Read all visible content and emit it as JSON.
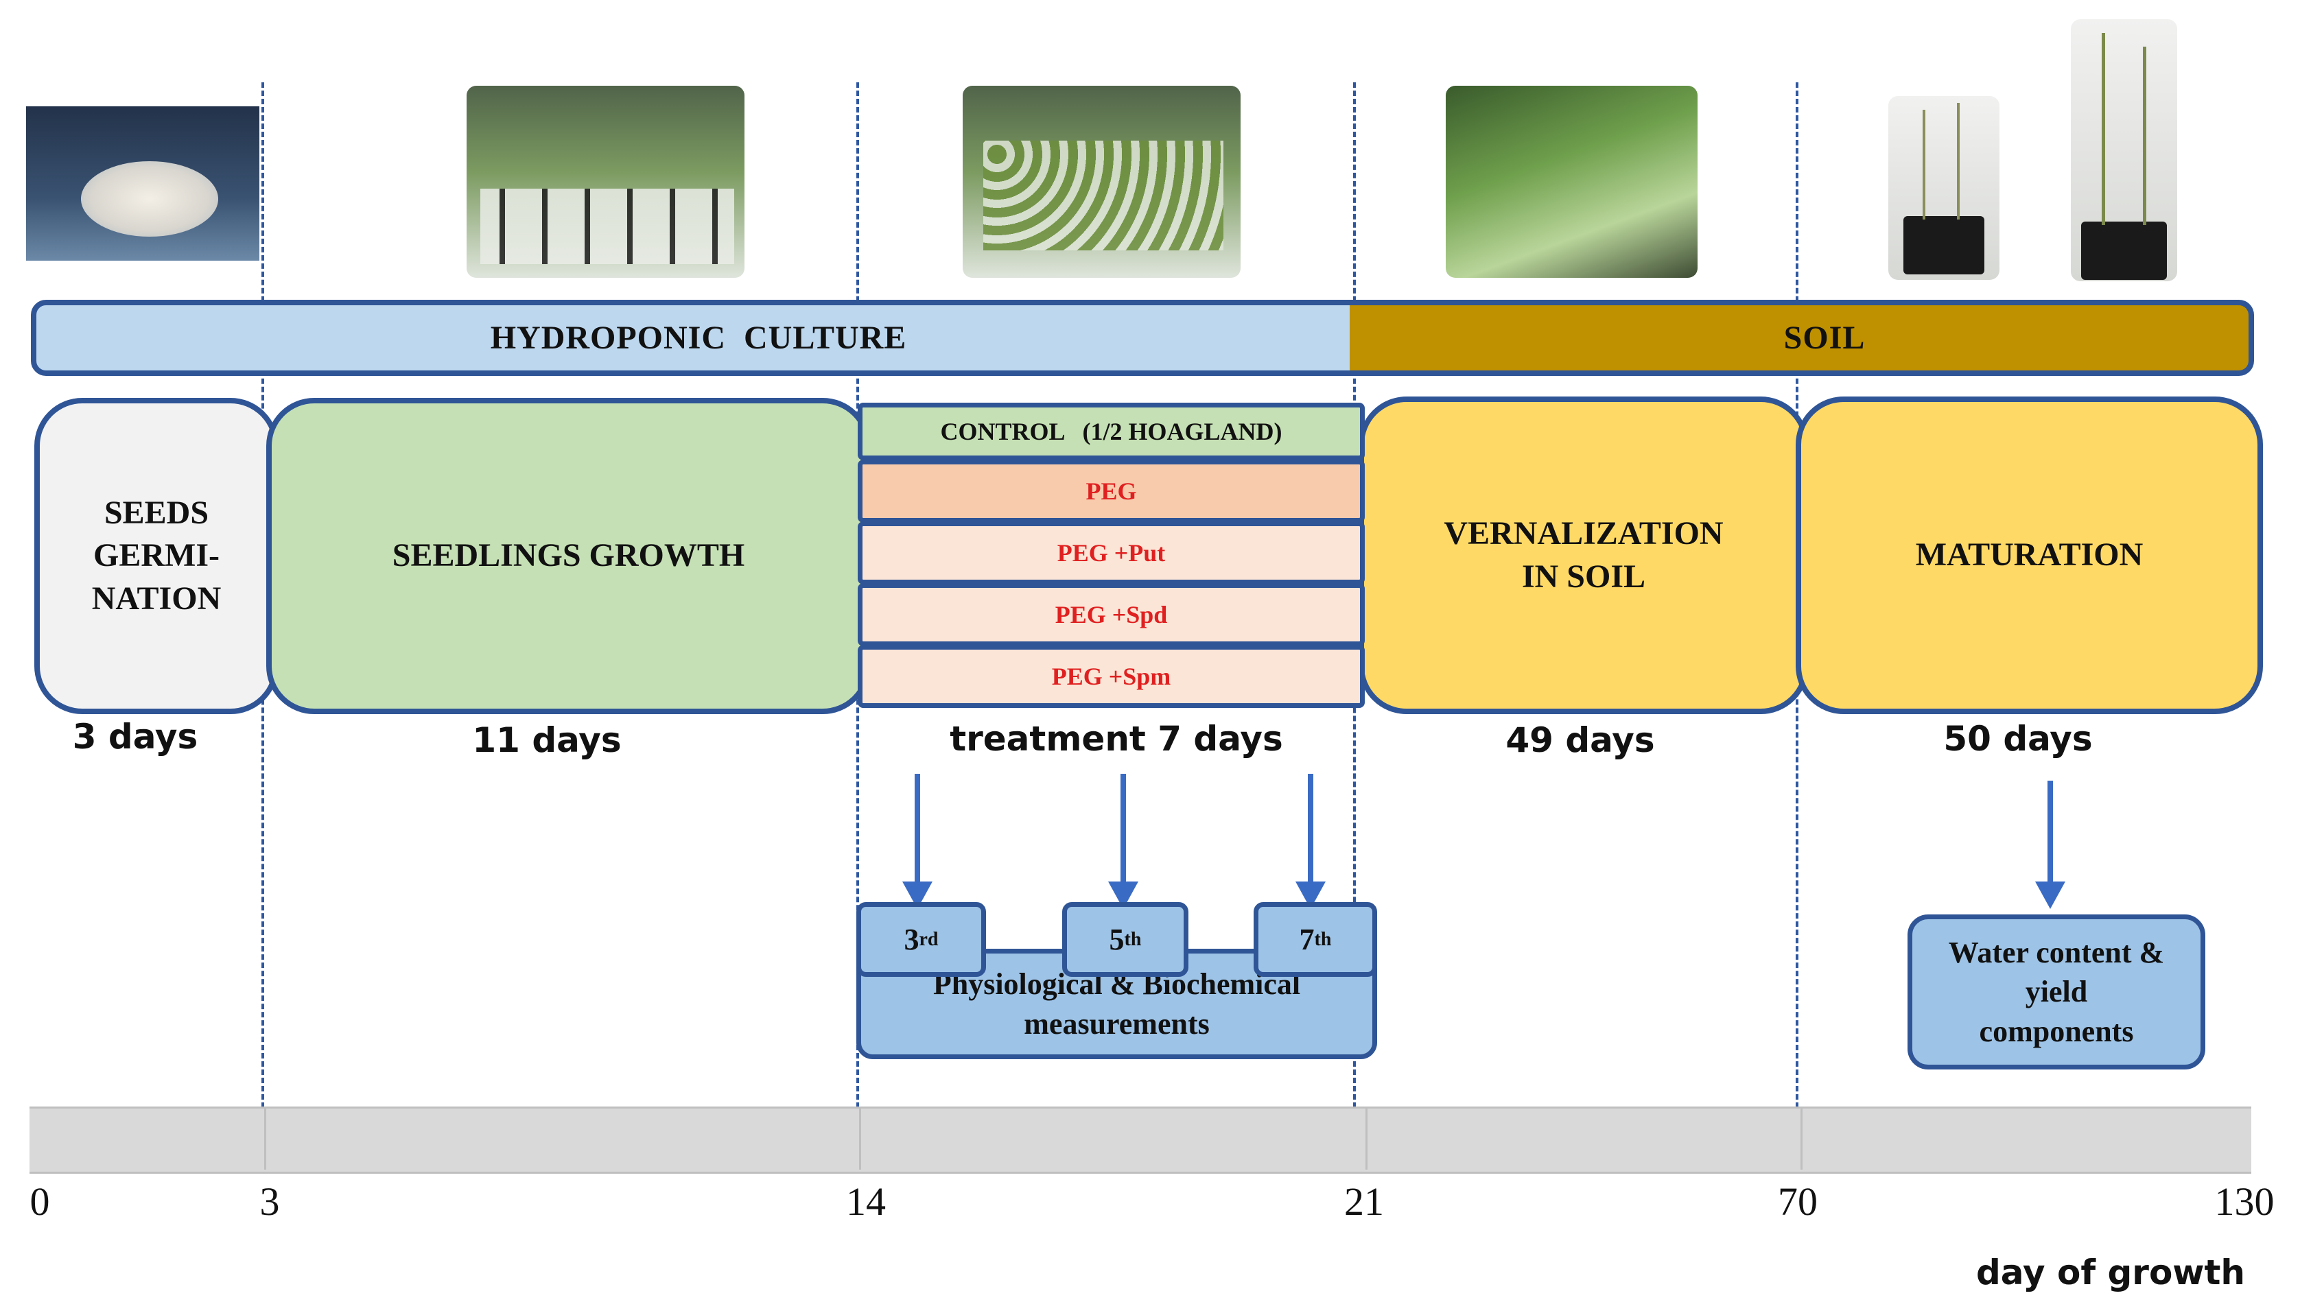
{
  "bars": {
    "hydroponic": "HYDROPONIC  CULTURE",
    "soil": "SOIL"
  },
  "phases": {
    "germination": "SEEDS GERMI- NATION",
    "seedlings": "SEEDLINGS GROWTH",
    "vernalization": "VERNALIZATION IN SOIL",
    "maturation": "MATURATION"
  },
  "treatments": [
    "CONTROL   (1/2 HOAGLAND)",
    "PEG",
    "PEG +Put",
    "PEG +Spd",
    "PEG +Spm"
  ],
  "durations": {
    "germination": "3 days",
    "seedlings": "11 days",
    "treatment": "treatment 7 days",
    "vernalization": "49 days",
    "maturation": "50 days"
  },
  "sampling": {
    "days": [
      {
        "num": "3",
        "sup": "rd"
      },
      {
        "num": "5",
        "sup": "th"
      },
      {
        "num": "7",
        "sup": "th"
      }
    ],
    "measurements": "Physiological & Biochemical measurements",
    "final": "Water content & yield components"
  },
  "axis": {
    "ticks": [
      "0",
      "3",
      "14",
      "21",
      "70",
      "130"
    ],
    "title": "day of growth"
  },
  "colors": {
    "border": "#2f5597",
    "hydroponic": "#bdd7ee",
    "soil": "#bf9000",
    "germination": "#f2f2f2",
    "seedlings": "#c5e0b4",
    "vernalization": "#ffd966",
    "control": "#c5e0b4",
    "peg": "#f8cbad",
    "peg_additive": "#fbe5d6",
    "treatment_text": "#e02020",
    "measure": "#9dc3e6"
  }
}
